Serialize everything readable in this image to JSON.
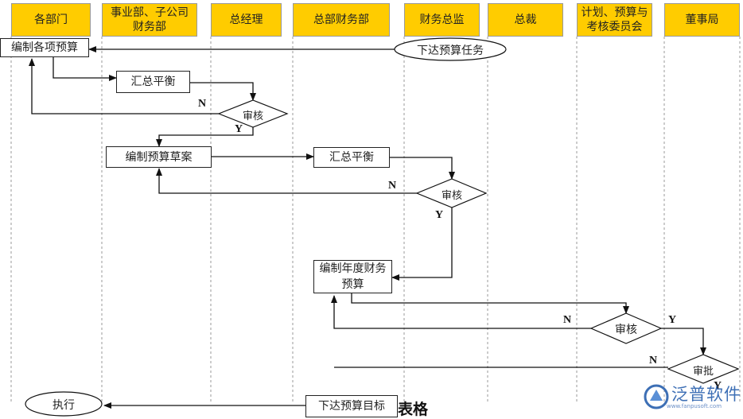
{
  "lanes": [
    "各部门",
    "事业部、子公司\n财务部",
    "总经理",
    "总部财务部",
    "财务总监",
    "总裁",
    "计划、预算与\n考核委员会",
    "董事局"
  ],
  "nodes": {
    "compile_budgets": "编制各项预算",
    "issue_tasks": "下达预算任务",
    "summary_1": "汇总平衡",
    "review_1": "审核",
    "draft_budget": "编制预算草案",
    "summary_2": "汇总平衡",
    "review_2": "审核",
    "annual_budget": "编制年度财务\n预算",
    "review_3": "审核",
    "approve": "审批",
    "execute": "执行",
    "issue_targets": "下达预算目标"
  },
  "labels": {
    "n": "N",
    "y": "Y"
  },
  "partial_caption": "表格",
  "logo": {
    "name": "泛普软件",
    "url": "www.fanpusoft.com"
  },
  "colors": {
    "lane_header": "#FFCC00",
    "line": "#111111",
    "logo": "#3d6fb5"
  }
}
